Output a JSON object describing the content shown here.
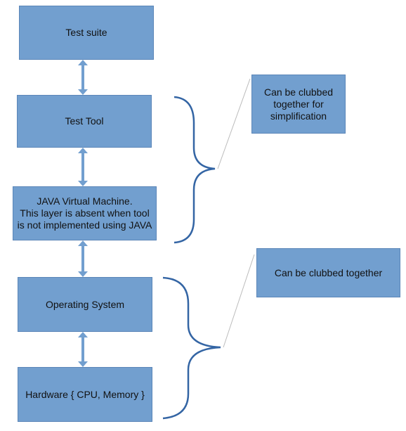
{
  "diagram": {
    "boxes": {
      "test_suite": "Test suite",
      "test_tool": "Test Tool",
      "jvm": "JAVA Virtual Machine.\nThis layer is absent when tool\nis not implemented using JAVA",
      "os": "Operating System",
      "hardware": "Hardware { CPU, Memory }"
    },
    "notes": {
      "upper": "Can be clubbed\ntogether for\nsimplification",
      "lower": "Can be clubbed together"
    }
  },
  "colors": {
    "box_fill": "#729fcf",
    "arrow": "#729fcf",
    "brace": "#3465a4",
    "leader_line": "#bbbbbb"
  }
}
